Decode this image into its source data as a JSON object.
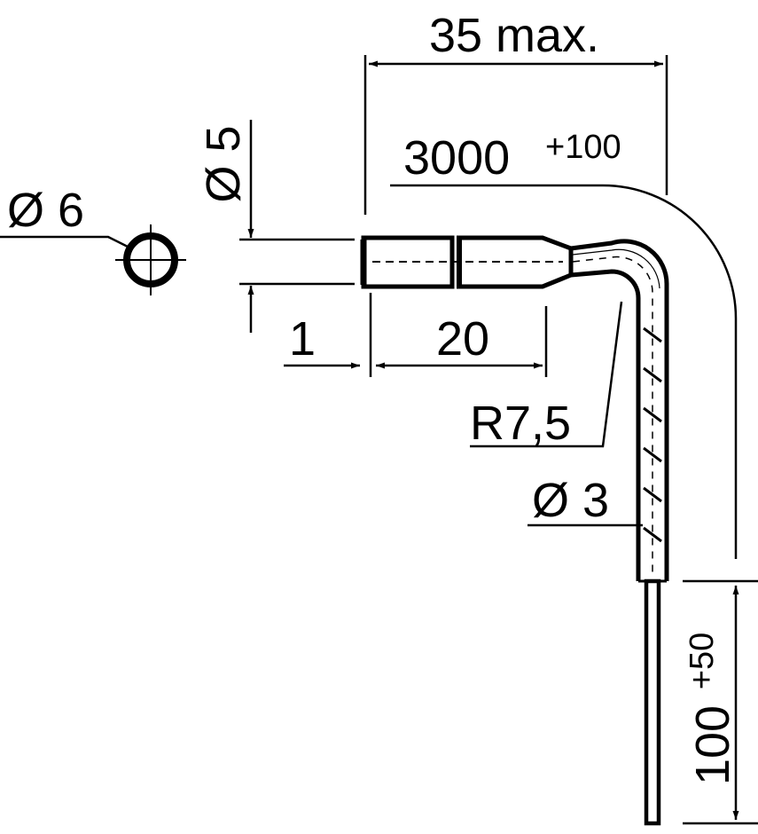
{
  "labels": {
    "width_max": "35 max.",
    "cable_length_base": "3000",
    "cable_length_tol": "+100",
    "diameter_head": "Ø 6",
    "diameter_tip": "Ø 5",
    "offset": "1",
    "sleeve_length": "20",
    "bend_radius": "R7,5",
    "diameter_cable": "Ø 3",
    "free_end_base": "100",
    "free_end_tol": "+50"
  },
  "colors": {
    "line": "#000000",
    "background": "#ffffff"
  }
}
